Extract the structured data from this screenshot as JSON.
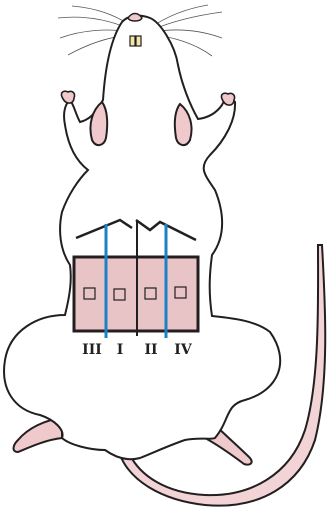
{
  "colors": {
    "outline": "#231f20",
    "body": "#ffffff",
    "pink_skin": "#f0c9cc",
    "tail": "#f2d4d6",
    "wound_area": "#e8c4c7",
    "incision_line": "#1c82c8"
  },
  "zone_labels": [
    "III",
    "I",
    "II",
    "IV"
  ]
}
